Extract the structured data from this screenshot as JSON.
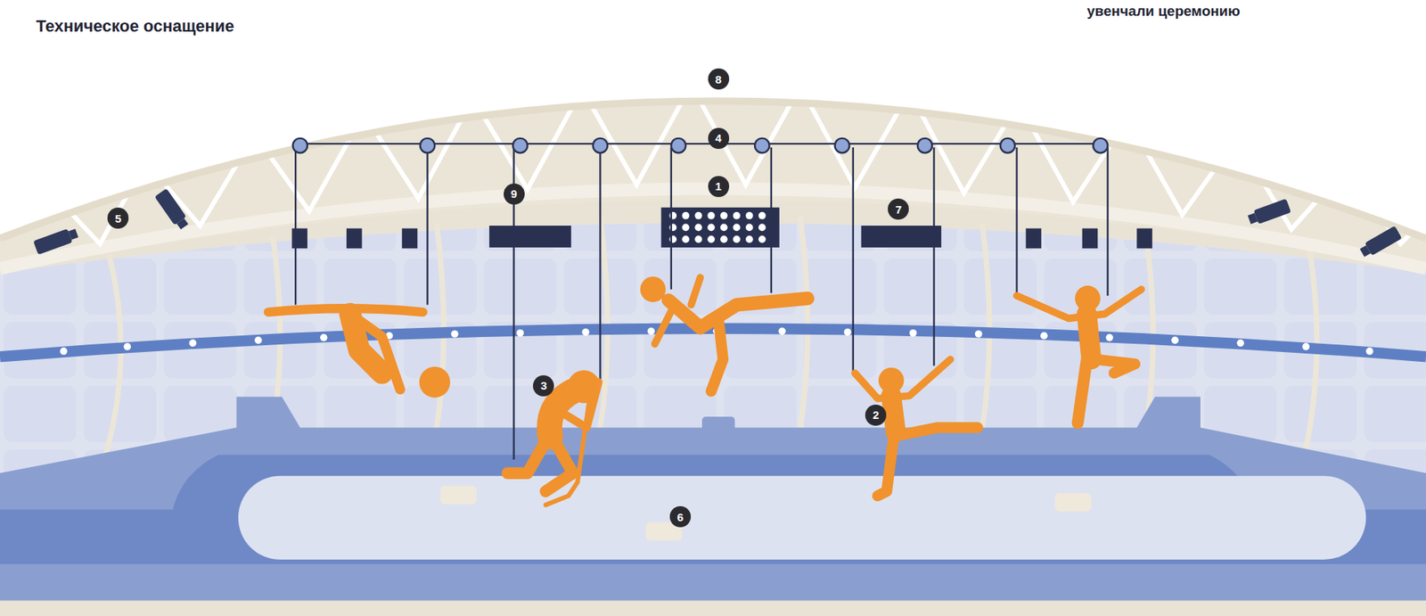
{
  "diagram": {
    "title": "Техническое оснащение",
    "labels": [
      "увенчали церемонию",
      "8",
      "4",
      "1",
      "9",
      "7",
      "5",
      "3",
      "2",
      "6"
    ]
  }
}
